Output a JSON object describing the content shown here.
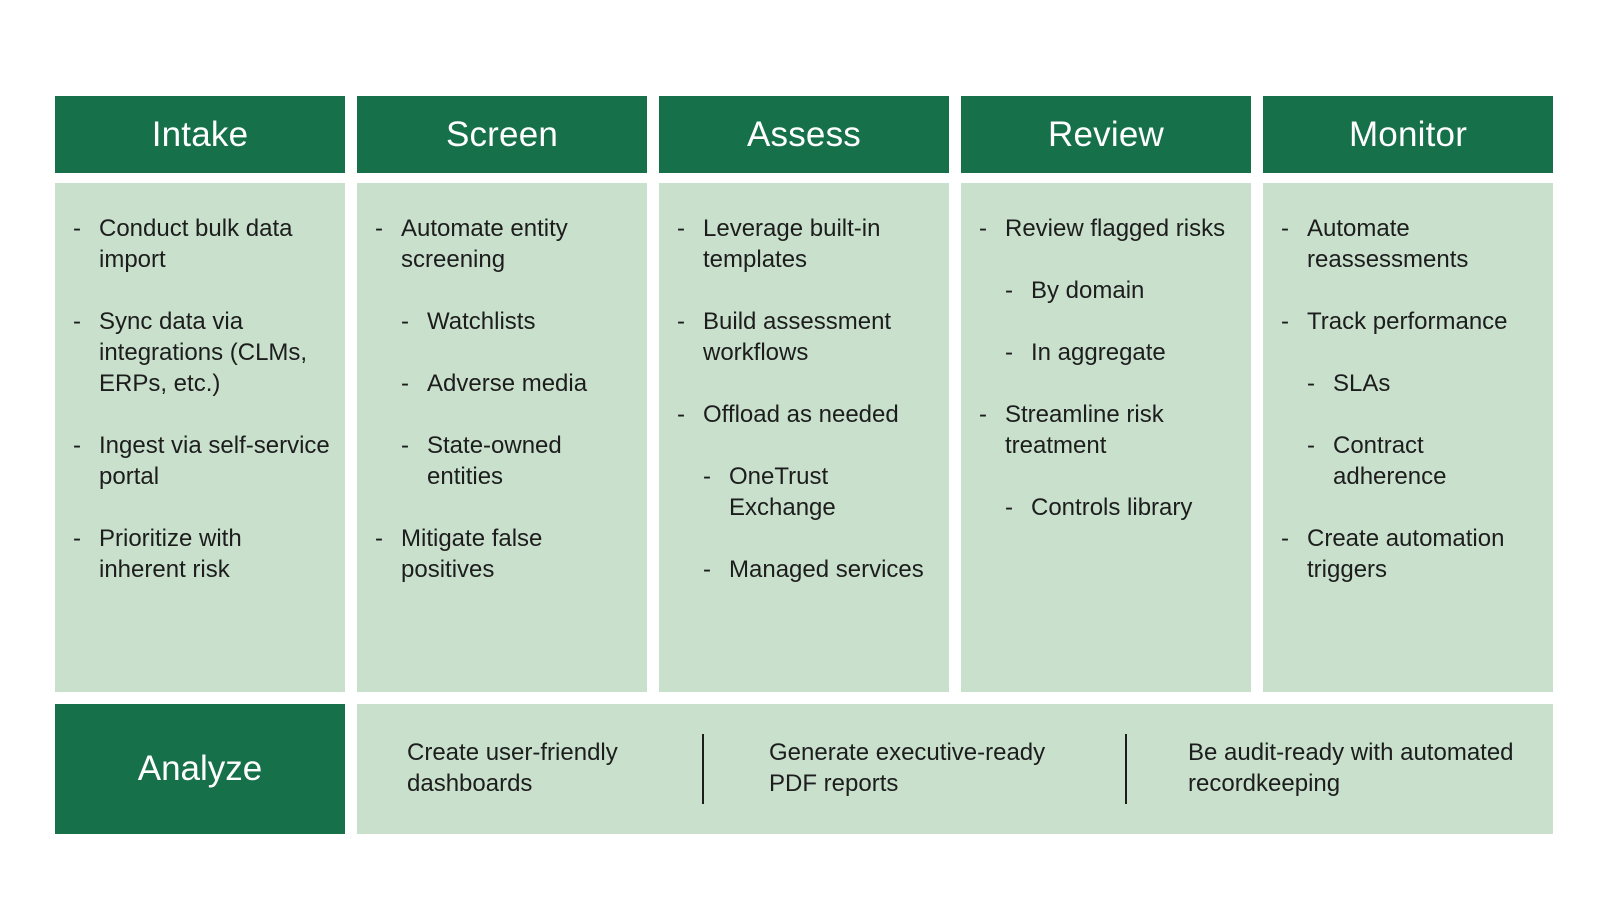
{
  "columns": [
    {
      "title": "Intake",
      "items": [
        {
          "text": "Conduct bulk data import",
          "level": 0
        },
        {
          "text": "Sync data via integrations (CLMs, ERPs, etc.)",
          "level": 0
        },
        {
          "text": "Ingest via self-service portal",
          "level": 0
        },
        {
          "text": "Prioritize with inherent risk",
          "level": 0
        }
      ]
    },
    {
      "title": "Screen",
      "items": [
        {
          "text": "Automate entity screening",
          "level": 0
        },
        {
          "text": "Watchlists",
          "level": 1
        },
        {
          "text": "Adverse media",
          "level": 1
        },
        {
          "text": "State-owned entities",
          "level": 1
        },
        {
          "text": "Mitigate false positives",
          "level": 0
        }
      ]
    },
    {
      "title": "Assess",
      "items": [
        {
          "text": "Leverage built-in templates",
          "level": 0
        },
        {
          "text": "Build assessment workflows",
          "level": 0
        },
        {
          "text": "Offload as needed",
          "level": 0
        },
        {
          "text": "OneTrust Exchange",
          "level": 1
        },
        {
          "text": "Managed services",
          "level": 1
        }
      ]
    },
    {
      "title": "Review",
      "items": [
        {
          "text": "Review flagged risks",
          "level": 0
        },
        {
          "text": "By domain",
          "level": 1
        },
        {
          "text": "In aggregate",
          "level": 1
        },
        {
          "text": "Streamline risk treatment",
          "level": 0
        },
        {
          "text": "Controls library",
          "level": 1
        }
      ]
    },
    {
      "title": "Monitor",
      "items": [
        {
          "text": "Automate reassessments",
          "level": 0
        },
        {
          "text": "Track performance",
          "level": 0
        },
        {
          "text": "SLAs",
          "level": 1
        },
        {
          "text": "Contract adherence",
          "level": 1
        },
        {
          "text": "Create automation triggers",
          "level": 0
        }
      ]
    }
  ],
  "bullet_marker": "-",
  "analyze": {
    "title": "Analyze",
    "items": [
      "Create user-friendly dashboards",
      "Generate executive-ready PDF reports",
      "Be audit-ready with automated recordkeeping"
    ]
  },
  "colors": {
    "header_green": "#16714a",
    "body_green": "#c8e0cc",
    "text_dark": "#1d1d1d"
  }
}
